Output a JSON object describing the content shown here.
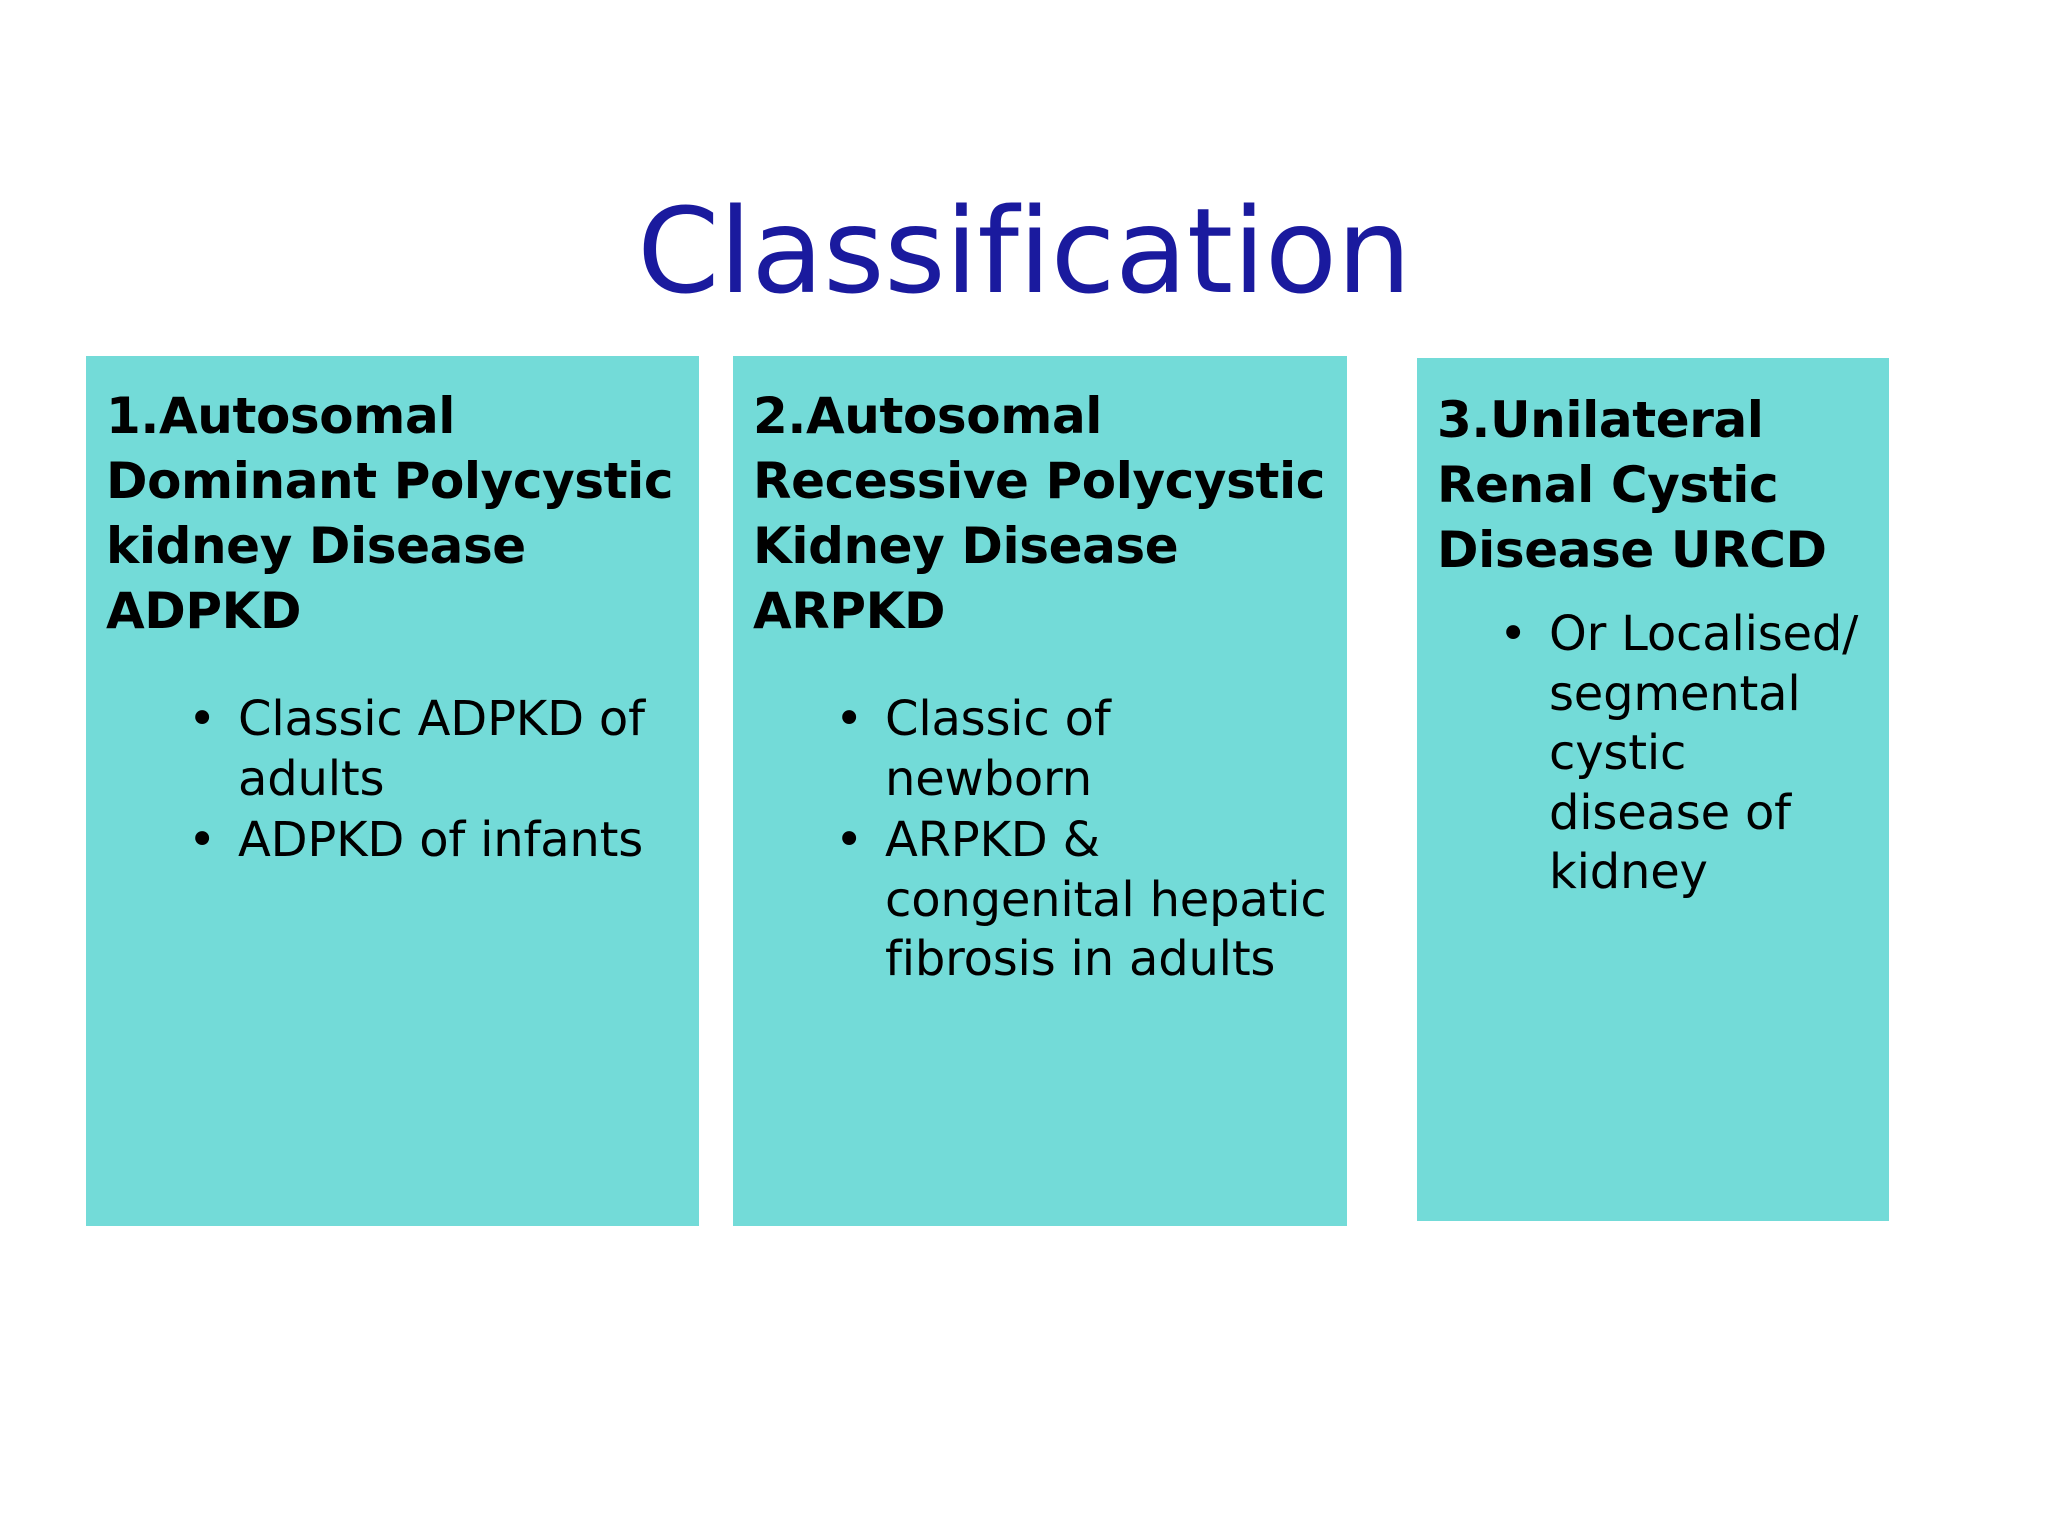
{
  "slide": {
    "title": "Classification",
    "background_color": "#ffffff",
    "title_color": "#1a1a9e",
    "card_color": "#73dbd8",
    "text_color": "#000000",
    "bullet_glyph": "•"
  },
  "cards": [
    {
      "heading": "1.Autosomal Dominant Polycystic kidney Disease ADPKD",
      "bullets": [
        "Classic ADPKD of adults",
        "ADPKD of infants"
      ]
    },
    {
      "heading": "2.Autosomal Recessive Polycystic Kidney Disease ARPKD",
      "bullets": [
        "Classic of newborn",
        "ARPKD & congenital hepatic fibrosis in adults"
      ]
    },
    {
      "heading": "3.Unilateral Renal Cystic Disease URCD",
      "bullets": [
        "Or Localised/ segmental cystic disease of kidney"
      ]
    }
  ]
}
